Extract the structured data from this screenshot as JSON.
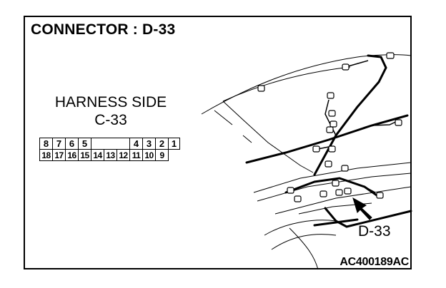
{
  "title": "CONNECTOR : D-33",
  "harness": {
    "line1": "HARNESS SIDE",
    "line2": "C-33",
    "top_pins": [
      "8",
      "7",
      "6",
      "5",
      "",
      "4",
      "3",
      "2",
      "1"
    ],
    "bottom_pins": [
      "18",
      "17",
      "16",
      "15",
      "14",
      "13",
      "12",
      "11",
      "10",
      "9"
    ]
  },
  "callout_label": "D-33",
  "figure_code": "AC400189AC"
}
